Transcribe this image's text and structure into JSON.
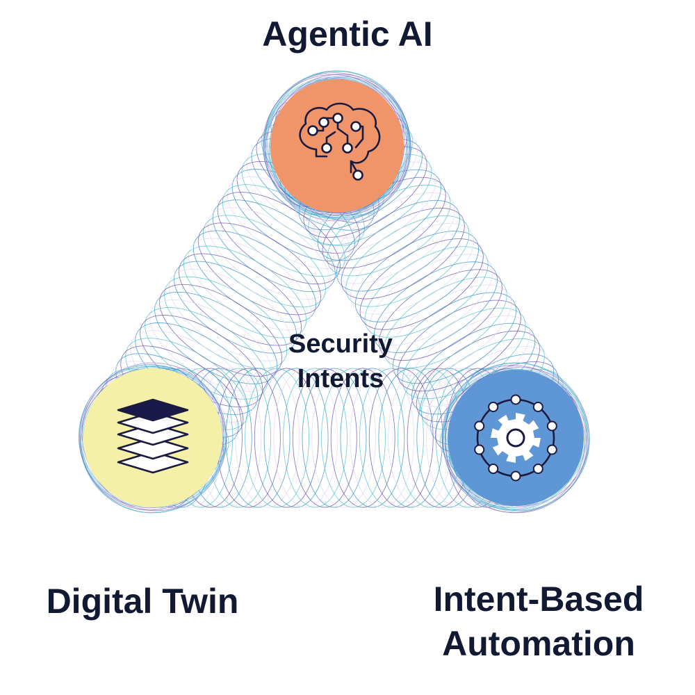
{
  "labels": {
    "top": "Agentic AI",
    "left": "Digital Twin",
    "right_line1": "Intent-Based",
    "right_line2": "Automation",
    "center_line1": "Security",
    "center_line2": "Intents"
  },
  "colors": {
    "text": "#121a33",
    "node_top": "#f0956a",
    "node_left": "#f5f0a8",
    "node_right": "#5f96d6",
    "ring_a": "#6a4fb0",
    "ring_b": "#2f8fc9",
    "ring_c": "#e1d2f0",
    "ring_d": "#4cc1c9",
    "icon_stroke": "#1a1a3e",
    "icon_fill_dark": "#1a1a4a",
    "icon_fill_light": "#ffffff"
  },
  "icons": {
    "top": "brain-circuit-icon",
    "left": "layers-icon",
    "right": "gear-network-icon"
  }
}
